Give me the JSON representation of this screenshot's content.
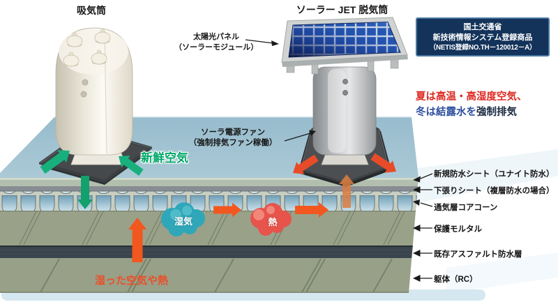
{
  "units": {
    "intake_label": "吸気筒",
    "solar_label": "ソーラー JET 脱気筒",
    "panel_label_1": "太陽光パネル",
    "panel_label_2": "（ソーラーモジュール）",
    "fan_label_1": "ソーラ電源ファン",
    "fan_label_2": "（強制排気ファン稼働）"
  },
  "badge": {
    "line1": "国土交通省",
    "line2": "新技術情報システム登録商品",
    "line3": "（NETIS登録NO.TH－120012－A）"
  },
  "headline": {
    "line1": "夏は高温・高湿度空気、",
    "line2_blue": "冬は結露水を",
    "line2_dark": "強制排気"
  },
  "airflow": {
    "fresh_air": "新鮮空気",
    "moisture": "湿気",
    "heat": "熱",
    "damp_air": "湿った空気や熱"
  },
  "layers": [
    {
      "text": "新規防水シート（ユナイト防水）"
    },
    {
      "text": "下張りシート（複層防水の場合）"
    },
    {
      "text": "通気層コアコーン"
    },
    {
      "text": "保護モルタル"
    },
    {
      "text": "既存アスファルト防水層"
    },
    {
      "text": "躯体（RC）"
    }
  ],
  "colors": {
    "badge_bg": "#14335a",
    "badge_border": "#4b79a3",
    "headline_red": "#dd2a22",
    "headline_blue": "#2c4f9e",
    "fresh_air_green": "#00a869",
    "flow_orange": "#f2571f",
    "exhaust_red": "#e84b28",
    "moisture_teal": "#2fa7b9",
    "heat_red": "#e6544b",
    "deck_blue": "#a2c4d2",
    "mortar_gray_green": "#99a189",
    "asphalt_dark": "#3a444c"
  }
}
